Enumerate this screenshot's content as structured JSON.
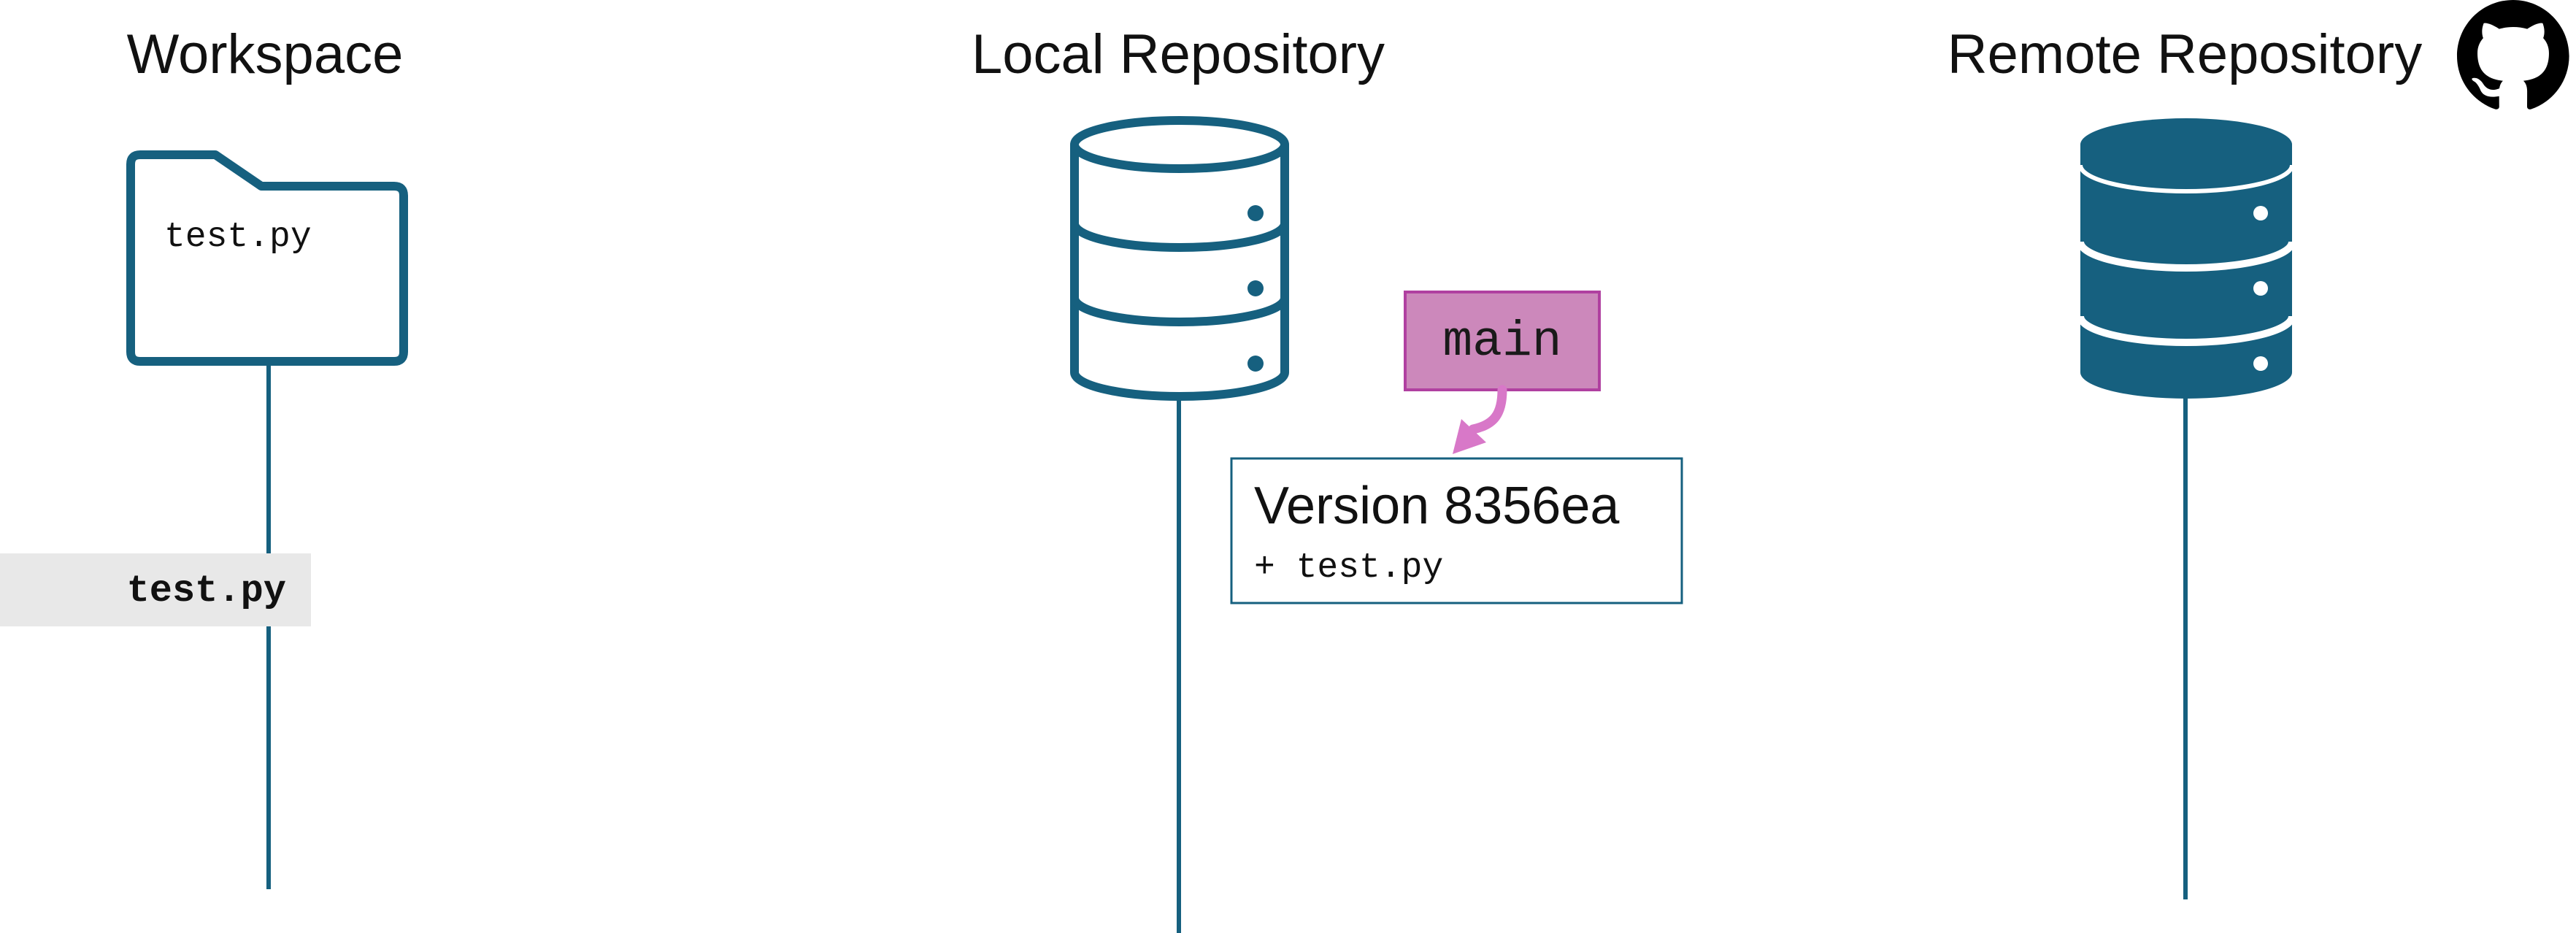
{
  "colors": {
    "primary": "#16607f",
    "branch_fill": "#cc88bb",
    "branch_border": "#b040a0",
    "branch_arrow": "#d878c8",
    "staged_bg": "#e8e8e8"
  },
  "columns": {
    "workspace": {
      "title": "Workspace",
      "file": "test.py",
      "icon": "folder-icon"
    },
    "local": {
      "title": "Local Repository",
      "icon": "database-outline-icon"
    },
    "remote": {
      "title": "Remote Repository",
      "icon": "database-filled-icon",
      "brand_icon": "github-icon"
    }
  },
  "staged": {
    "file": "test.py"
  },
  "branch": {
    "name": "main"
  },
  "commit": {
    "title": "Version 8356ea",
    "change": "+ test.py"
  }
}
